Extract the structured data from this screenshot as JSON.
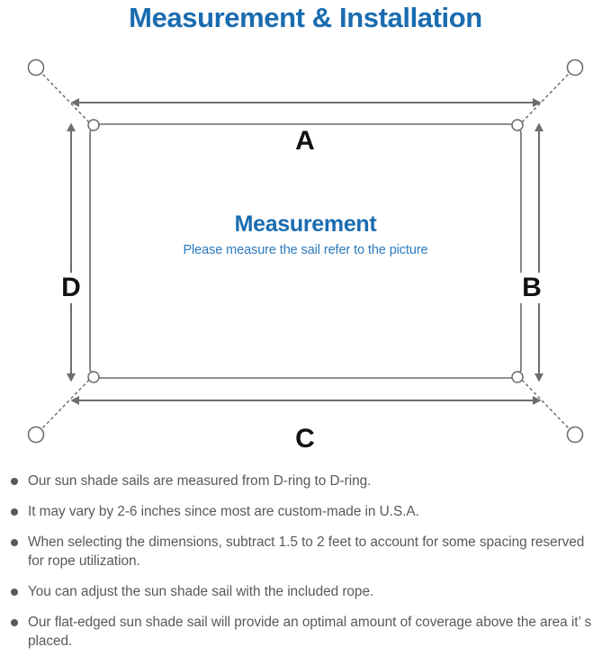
{
  "page": {
    "title": "Measurement & Installation",
    "title_color": "#1a6cb0",
    "background": "#ffffff"
  },
  "diagram": {
    "sail_caption": {
      "headline": "Measurement",
      "headline_color": "#1a6cb0",
      "subtitle": "Please measure the sail refer to the picture",
      "subtitle_color": "#2b7bbd"
    },
    "dimension_labels": {
      "top": "A",
      "right": "B",
      "bottom": "C",
      "left": "D"
    },
    "line_color": "#6e6e70",
    "sail_edge_color": "#6b6b6d",
    "anchor_count": 4,
    "d_ring_count": 4
  },
  "notes": [
    "Our sun shade sails are measured from D-ring to D-ring.",
    "It may vary by 2-6 inches since most are custom-made in U.S.A.",
    "When selecting the dimensions, subtract 1.5 to 2 feet to account for some spacing reserved for rope utilization.",
    "You can adjust the sun shade sail with the included rope.",
    "Our flat-edged sun shade sail will provide an optimal amount of coverage above the area it’ s placed."
  ]
}
